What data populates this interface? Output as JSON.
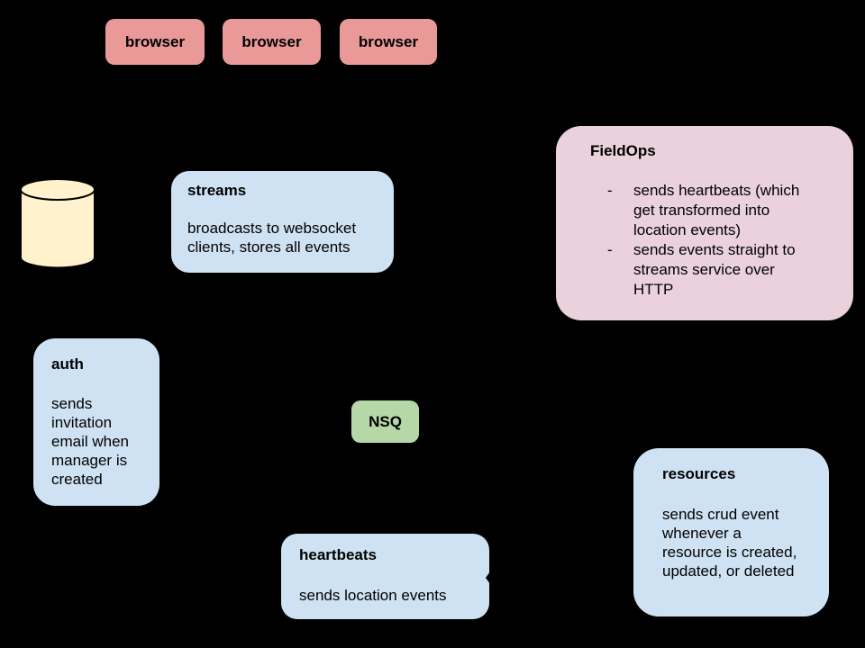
{
  "diagram": {
    "background_color": "#000000",
    "text_color": "#000000",
    "colors": {
      "browser_fill": "#ea9999",
      "service_fill": "#cfe2f3",
      "fieldops_fill": "#ead1dc",
      "nsq_fill": "#b6d7a8",
      "database_fill": "#fff2cc",
      "outline": "#000000"
    },
    "browsers": [
      {
        "label": "browser"
      },
      {
        "label": "browser"
      },
      {
        "label": "browser"
      }
    ],
    "database": {
      "shape": "cylinder"
    },
    "streams": {
      "title": "streams",
      "body": "broadcasts to websocket\nclients, stores all events"
    },
    "fieldops": {
      "title": "FieldOps",
      "bullet_marker": "-",
      "bullets": [
        "sends heartbeats (which\nget transformed into\nlocation events)",
        "sends events straight to\nstreams service over\nHTTP"
      ]
    },
    "auth": {
      "title": "auth",
      "body": "sends\ninvitation\nemail when\nmanager is\ncreated"
    },
    "nsq": {
      "label": "NSQ"
    },
    "heartbeats": {
      "title": "heartbeats",
      "body": "sends location events"
    },
    "resources": {
      "title": "resources",
      "body": "sends crud event\nwhenever a\nresource is created,\nupdated, or deleted"
    }
  }
}
